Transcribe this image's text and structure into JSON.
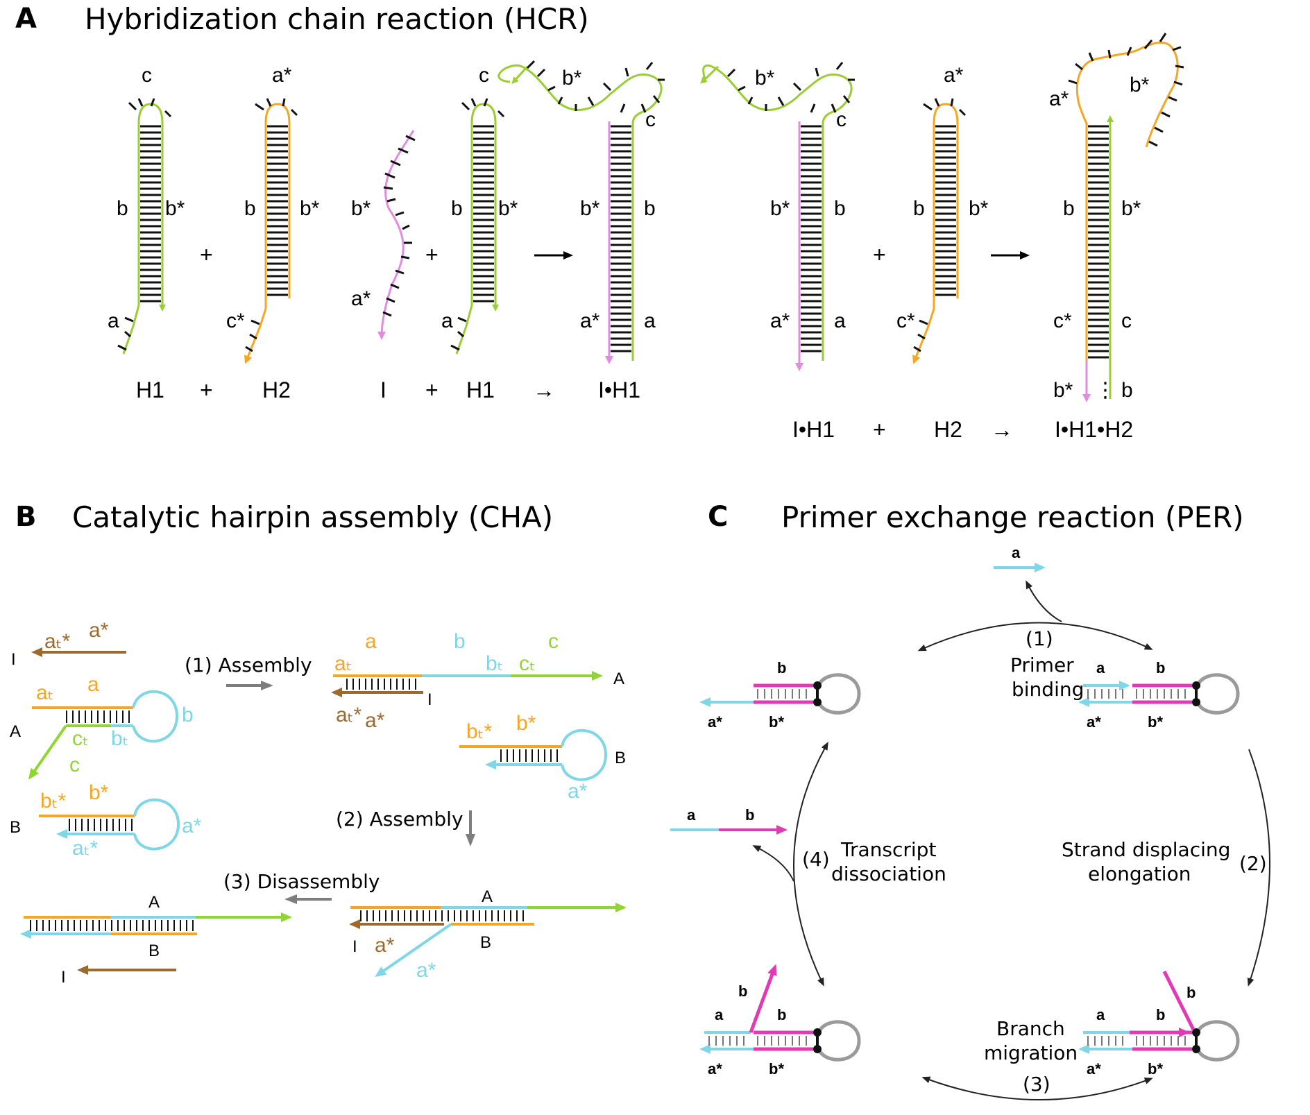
{
  "colors": {
    "green": "#9acd32",
    "orange": "#f5a623",
    "pink": "#e08ce0",
    "cyan": "#7fd6e6",
    "brown": "#9b6a2f",
    "magenta": "#e03ab4",
    "grey": "#666666"
  },
  "panel_a": {
    "letter": "A",
    "title": "Hybridization chain reaction (HCR)",
    "domains": {
      "a": "a",
      "a_star": "a*",
      "b": "b",
      "b_star": "b*",
      "c": "c",
      "c_star": "c*"
    },
    "row1": {
      "h1": "H1",
      "plus1": "+",
      "h2": "H2",
      "i": "I",
      "plus2": "+",
      "h1b": "H1",
      "arrow": "→",
      "ih1": "I•H1"
    },
    "row2": {
      "ih1": "I•H1",
      "plus": "+",
      "h2": "H2",
      "arrow": "→",
      "ih1h2": "I•H1•H2"
    },
    "plus_sign": "+",
    "arrow_sign": "→",
    "dots": "⋮"
  },
  "panel_b": {
    "letter": "B",
    "title": "Catalytic hairpin assembly (CHA)",
    "steps": {
      "s1": "(1) Assembly",
      "s2": "(2) Assembly",
      "s3": "(3) Disassembly"
    },
    "labels": {
      "I": "I",
      "A": "A",
      "B": "B",
      "a": "a",
      "a_star": "a*",
      "b": "b",
      "b_star": "b*",
      "c": "c",
      "at": "aₜ",
      "at_star": "aₜ*",
      "bt": "bₜ",
      "bt_star": "bₜ*",
      "ct": "cₜ"
    }
  },
  "panel_c": {
    "letter": "C",
    "title": "Primer exchange reaction (PER)",
    "steps": {
      "s1_num": "(1)",
      "s1_a": "Primer",
      "s1_b": "binding",
      "s2_a": "Strand displacing",
      "s2_b": "elongation",
      "s2_num": "(2)",
      "s3_a": "Branch",
      "s3_b": "migration",
      "s3_num": "(3)",
      "s4_num": "(4)",
      "s4_a": "Transcript",
      "s4_b": "dissociation"
    },
    "labels": {
      "a": "a",
      "b": "b",
      "a_star": "a*",
      "b_star": "b*"
    }
  }
}
